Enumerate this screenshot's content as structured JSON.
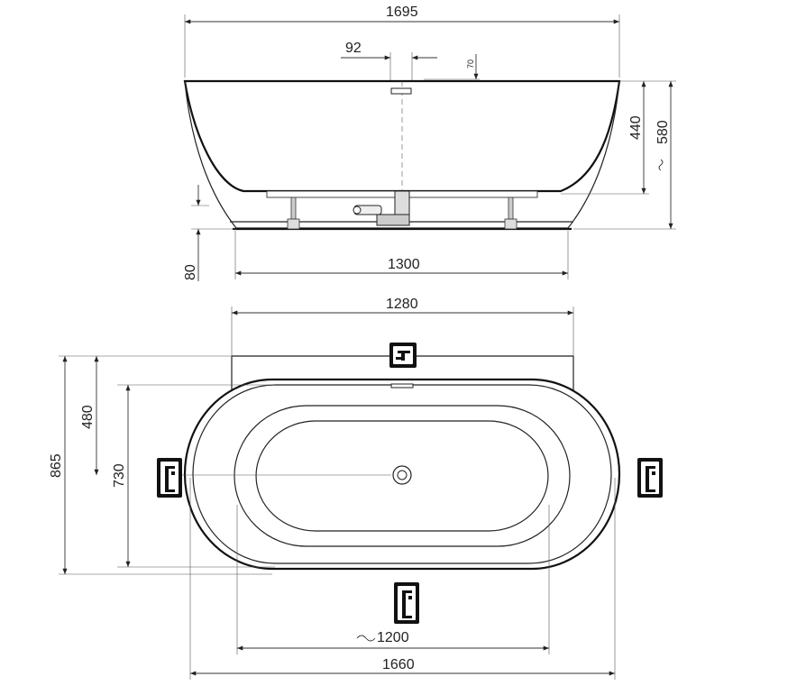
{
  "dimensions": {
    "side_total_length": "1695",
    "overflow_spacing": "92",
    "overflow_height": "70",
    "inner_depth": "440",
    "total_height": "580",
    "foot_height": "80",
    "base_length": "1300",
    "top_back_width": "1280",
    "panel_width_half": "480",
    "inner_width": "730",
    "total_width": "865",
    "inner_length": "1200",
    "outer_length": "1660"
  },
  "symbols": {
    "top": "wall-tap-icon",
    "left": "floor-standing-tap-icon",
    "right": "floor-standing-tap-icon",
    "bottom": "floor-standing-tap-icon"
  },
  "colors": {
    "line": "#111111",
    "dim": "#333333",
    "symbol_bg": "#111111",
    "symbol_fg": "#ffffff"
  }
}
